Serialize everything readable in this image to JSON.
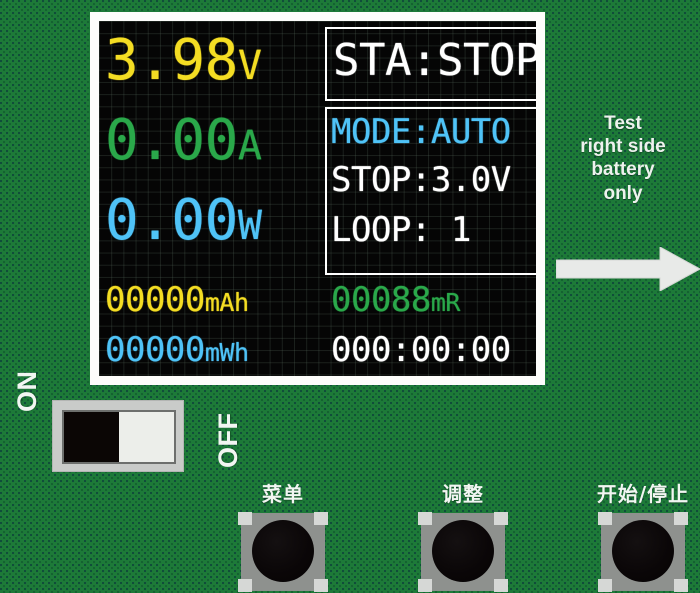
{
  "device": {
    "board_color": "#1d7a38",
    "annotation": {
      "lines": [
        "Test",
        "right side",
        "battery",
        "only"
      ],
      "arrow_icon": "right-arrow-icon",
      "arrow_color": "#e8eae8"
    }
  },
  "lcd": {
    "bezel_color": "#fdfdfb",
    "screen_color": "#050505",
    "readouts": {
      "voltage": {
        "value": "3.98",
        "unit": "V",
        "color": "#f4dd23"
      },
      "current": {
        "value": "0.00",
        "unit": "A",
        "color": "#2aa84a"
      },
      "power": {
        "value": "0.00",
        "unit": "W",
        "color": "#4fc3f7"
      },
      "capacity_mah": {
        "value": "00000",
        "unit": "mAh",
        "color": "#f4dd23"
      },
      "resistance_mr": {
        "value": "00088",
        "unit": "mR",
        "color": "#2aa84a"
      },
      "energy_mwh": {
        "value": "00000",
        "unit": "mWh",
        "color": "#4fc3f7"
      },
      "elapsed_time": {
        "value": "000:00:00",
        "color": "#ffffff"
      }
    },
    "status_box": {
      "text": "STA:STOP",
      "label": "STA",
      "value": "STOP",
      "color": "#ffffff"
    },
    "mode_box": {
      "mode_line": "MODE:AUTO",
      "mode_label": "MODE",
      "mode_value": "AUTO",
      "mode_color": "#4fc3f7",
      "stop_line": "STOP:3.0V",
      "stop_label": "STOP",
      "stop_value": "3.0V",
      "loop_line": "LOOP: 1",
      "loop_label": "LOOP",
      "loop_value": "1",
      "text_color": "#ffffff"
    }
  },
  "power_switch": {
    "left_label": "ON",
    "right_label": "OFF",
    "position": "ON",
    "label_color": "#f2f6f2"
  },
  "buttons": [
    {
      "label": "菜单",
      "name": "menu"
    },
    {
      "label": "调整",
      "name": "adjust"
    },
    {
      "label": "开始/停止",
      "name": "start-stop"
    }
  ]
}
